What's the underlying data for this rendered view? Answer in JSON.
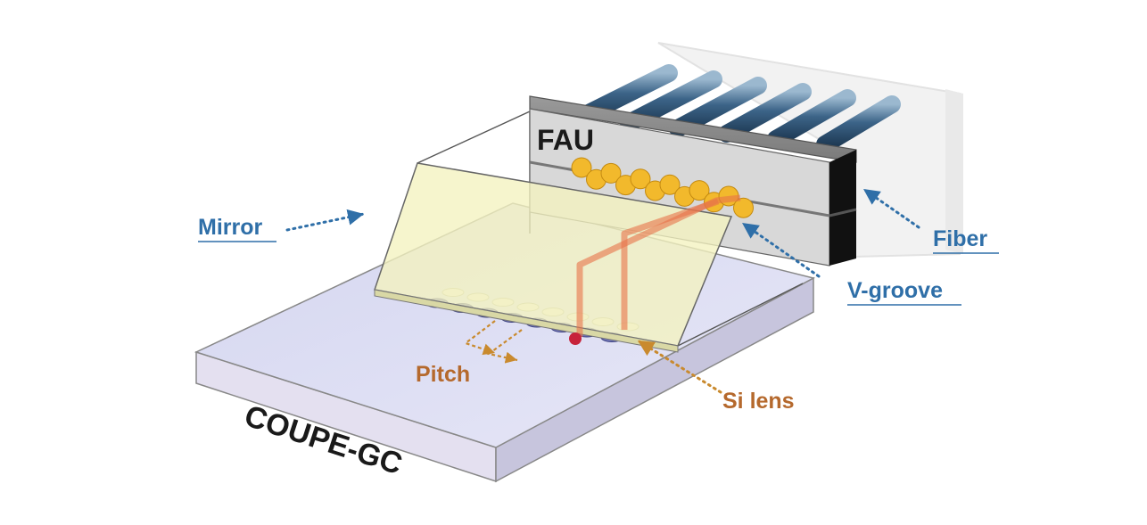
{
  "labels": {
    "fau": "FAU",
    "mirror": "Mirror",
    "fiber": "Fiber",
    "vgroove": "V-groove",
    "pitch": "Pitch",
    "si_lens": "Si lens",
    "coupe_gc": "COUPE-GC"
  },
  "colors": {
    "label_blue": "#2f6fa8",
    "label_brown": "#b5692d",
    "mirror_fill": "#f3f2bf",
    "substrate_top": "#dcdcf2",
    "fau_body": "#d6d6d6",
    "fiber_core": "#f2b92c",
    "beam": "#e8734a"
  },
  "components": {
    "fiber_count": 6,
    "si_lens_count": 8
  }
}
